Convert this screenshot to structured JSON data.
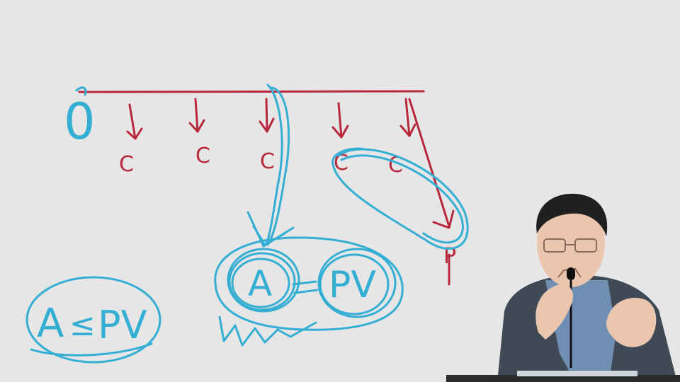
{
  "board": {
    "origin_label": "0",
    "cash_flow_label": "C",
    "result_label": "P",
    "annuity_label": "A",
    "pv_label": "PV",
    "equation": {
      "left": "A",
      "relation": "≤",
      "right": "PV"
    }
  },
  "colors": {
    "background": "#e6e6e6",
    "red_ink": "#b8283c",
    "blue_ink": "#35aed3",
    "jacket": "#3f4a56",
    "shirt": "#6f8fb2",
    "skin": "#e9c6ad",
    "hair": "#202020",
    "desk": "#2b2b2b"
  },
  "icons": {
    "microphone": "microphone-icon"
  }
}
